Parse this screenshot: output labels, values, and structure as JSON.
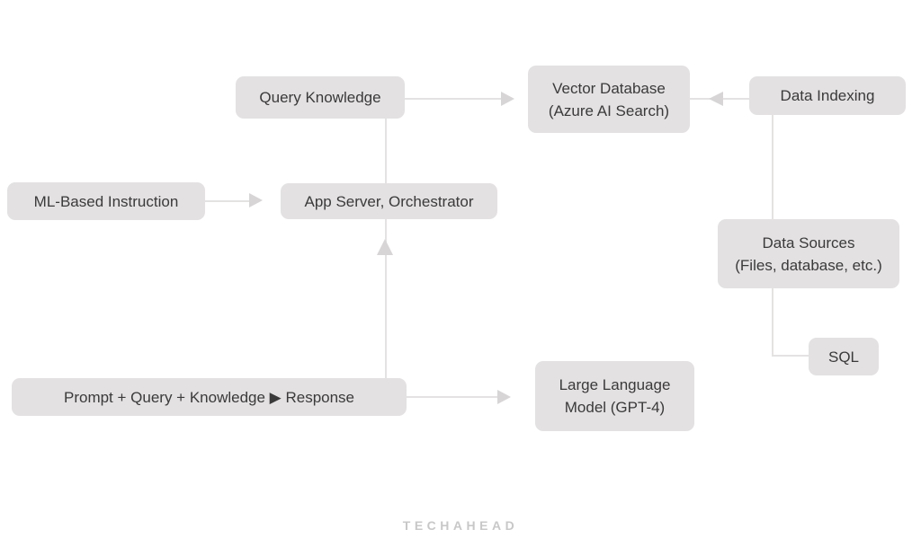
{
  "branding": {
    "watermark": "TECHAHEAD"
  },
  "colors": {
    "background": "#ffffff",
    "box_fill": "#e3e1e1",
    "box_text": "#3b3a3a",
    "connector_line": "#e4e2e2",
    "arrowhead": "#d7d5d5",
    "watermark_text": "#c8c8c8"
  },
  "diagram": {
    "title": "RAG architecture flow (App Server, Orchestrator with Azure AI Search and GPT-4)",
    "nodes": [
      {
        "id": "query-knowledge",
        "lines": [
          "Query Knowledge"
        ]
      },
      {
        "id": "vector-database",
        "lines": [
          "Vector Database",
          "(Azure AI Search)"
        ]
      },
      {
        "id": "data-indexing",
        "lines": [
          "Data Indexing"
        ]
      },
      {
        "id": "ml-based-instruction",
        "lines": [
          "ML-Based Instruction"
        ]
      },
      {
        "id": "app-server",
        "lines": [
          "App Server, Orchestrator"
        ]
      },
      {
        "id": "data-sources",
        "lines": [
          "Data Sources",
          "(Files, database, etc.)"
        ]
      },
      {
        "id": "sql",
        "lines": [
          "SQL"
        ]
      },
      {
        "id": "prompt-response",
        "lines": [
          "Prompt + Query + Knowledge ▶ Response"
        ]
      },
      {
        "id": "llm",
        "lines": [
          "Large Language",
          "Model (GPT-4)"
        ]
      }
    ],
    "edges": [
      {
        "from": "query-knowledge",
        "to": "vector-database",
        "arrow": "right"
      },
      {
        "from": "data-indexing",
        "to": "vector-database",
        "arrow": "left"
      },
      {
        "from": "ml-based-instruction",
        "to": "app-server",
        "arrow": "right"
      },
      {
        "from": "query-knowledge",
        "to": "app-server",
        "arrow": "none"
      },
      {
        "from": "prompt-response",
        "to": "app-server",
        "arrow": "up"
      },
      {
        "from": "prompt-response",
        "to": "llm",
        "arrow": "right"
      },
      {
        "from": "data-indexing",
        "to": "data-sources",
        "arrow": "none"
      },
      {
        "from": "data-sources",
        "to": "sql",
        "arrow": "none",
        "style": "elbow"
      }
    ]
  }
}
